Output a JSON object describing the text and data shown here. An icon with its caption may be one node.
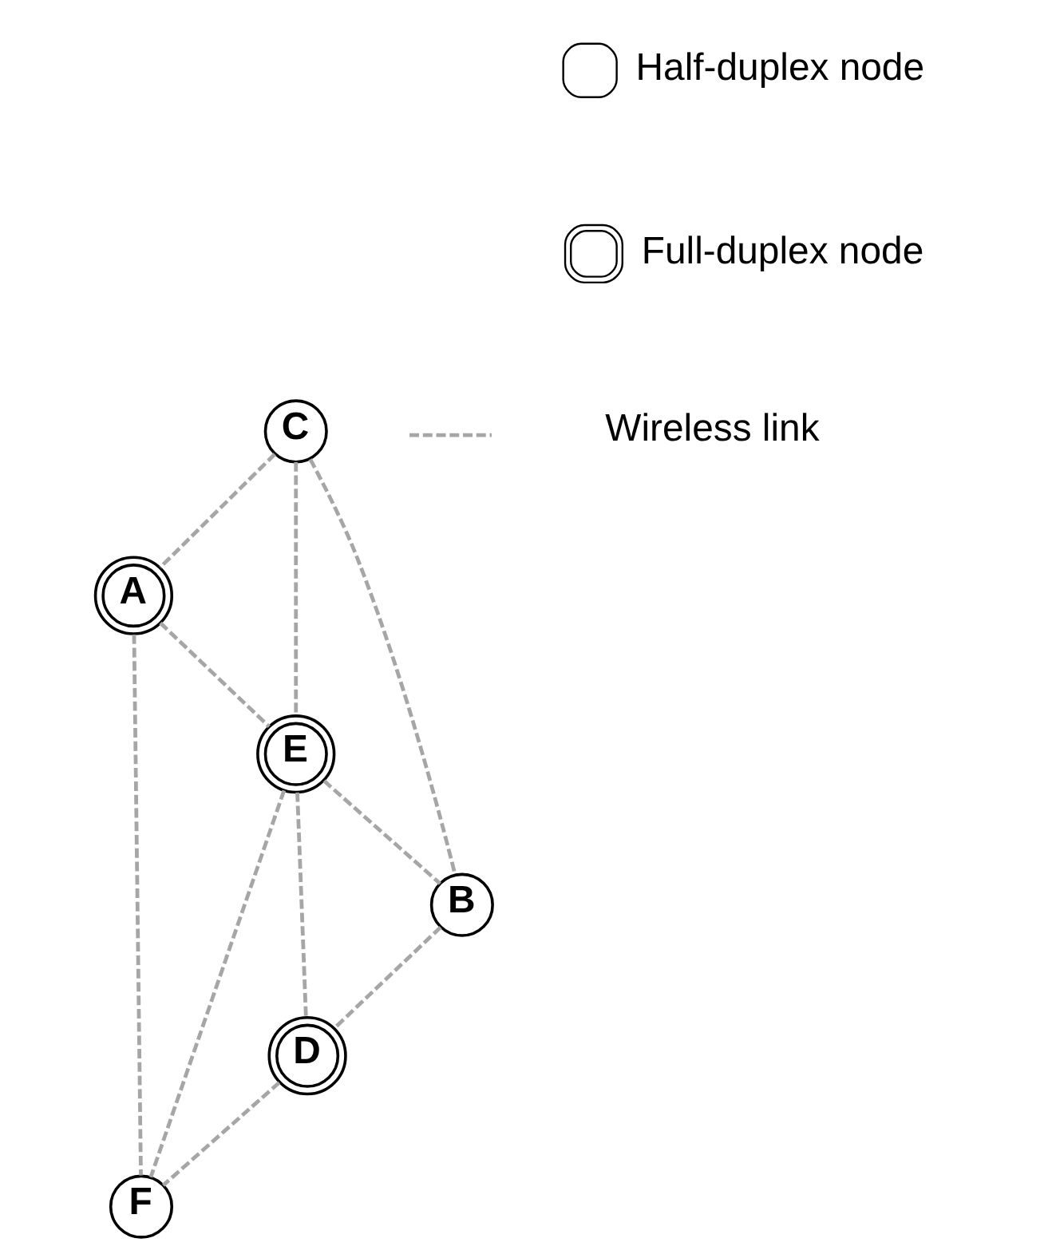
{
  "diagram": {
    "nodes": [
      {
        "text": [
          "C"
        ]
      },
      {
        "text": [
          "A"
        ]
      },
      {
        "text": [
          "E"
        ]
      },
      {
        "text": [
          "B"
        ]
      },
      {
        "text": [
          "F"
        ]
      },
      {
        "text": [
          "D"
        ]
      }
    ],
    "edges": [
      {
        "from": 0,
        "to": 1,
        "arrow": "none",
        "style": "dashed"
      },
      {
        "from": 0,
        "to": 2,
        "arrow": "none",
        "style": "dashed"
      },
      {
        "from": 0,
        "to": 3,
        "arrow": "none",
        "style": "dashed"
      },
      {
        "from": 1,
        "to": 2,
        "arrow": "none",
        "style": "dashed"
      },
      {
        "from": 1,
        "to": 4,
        "arrow": "none",
        "style": "dashed"
      },
      {
        "from": 2,
        "to": 3,
        "arrow": "none",
        "style": "dashed"
      },
      {
        "from": 2,
        "to": 4,
        "arrow": "none",
        "style": "dashed"
      },
      {
        "from": 2,
        "to": 5,
        "arrow": "none",
        "style": "dashed"
      },
      {
        "from": 3,
        "to": 5,
        "arrow": "none",
        "style": "dashed"
      },
      {
        "from": 5,
        "to": 4,
        "arrow": "none",
        "style": "dashed"
      }
    ],
    "legend": [
      {
        "text": "Half-duplex node"
      },
      {
        "text": "Full-duplex node"
      },
      {
        "text": "Wireless link"
      }
    ]
  }
}
